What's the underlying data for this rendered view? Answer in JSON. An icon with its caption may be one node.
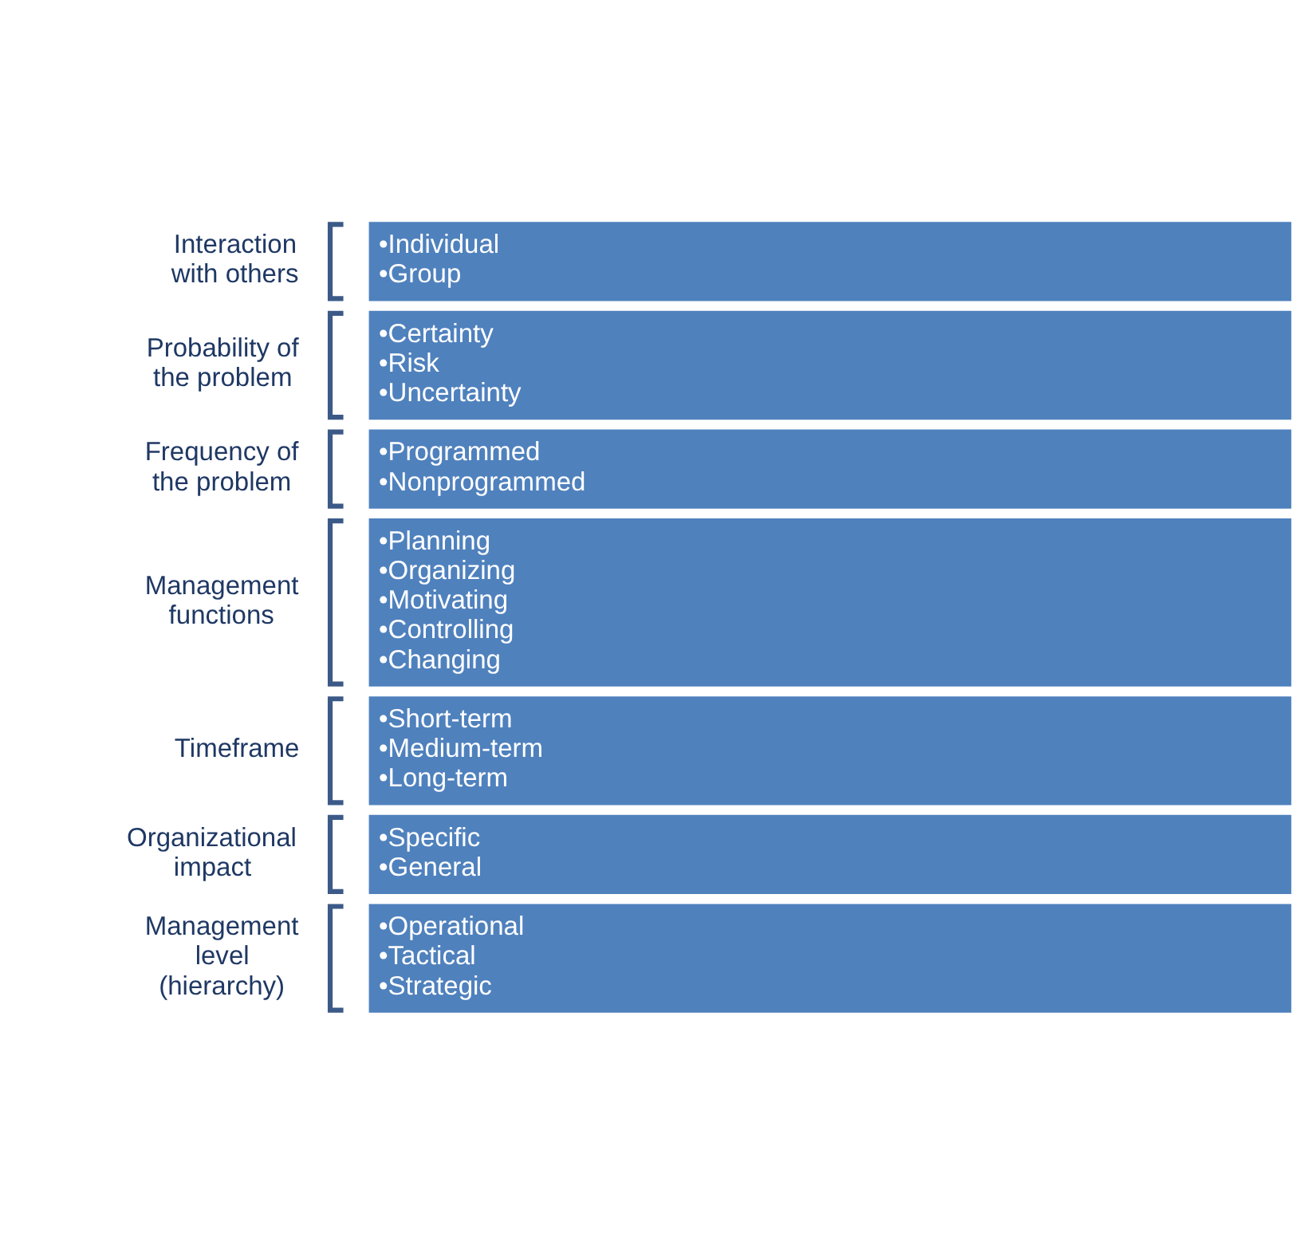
{
  "diagram": {
    "nodes": [
      {
        "text": [
          "•Operational",
          "•Tactical",
          "•Strategic"
        ],
        "beside": [
          "Management level (hierarchy)"
        ]
      },
      {
        "text": [
          "•Specific",
          "•General"
        ],
        "beside": [
          "Organizational impact"
        ]
      },
      {
        "text": [
          "•Short-term",
          "•Medium-term",
          "•Long-term"
        ],
        "beside": [
          "Timeframe"
        ]
      },
      {
        "text": [
          "•Planning",
          "•Organizing",
          "•Motivating",
          "•Controlling",
          "•Changing"
        ],
        "beside": [
          "Management functions"
        ]
      },
      {
        "text": [
          "•Programmed",
          "•Nonprogrammed"
        ],
        "beside": [
          "Frequency of the problem"
        ]
      },
      {
        "text": [
          "•Certainty",
          "•Risk",
          "•Uncertainty"
        ],
        "beside": [
          "Probability of the problem"
        ]
      },
      {
        "text": [
          "•Individual",
          "•Group"
        ],
        "beside": [
          "Interaction with others"
        ]
      }
    ]
  }
}
